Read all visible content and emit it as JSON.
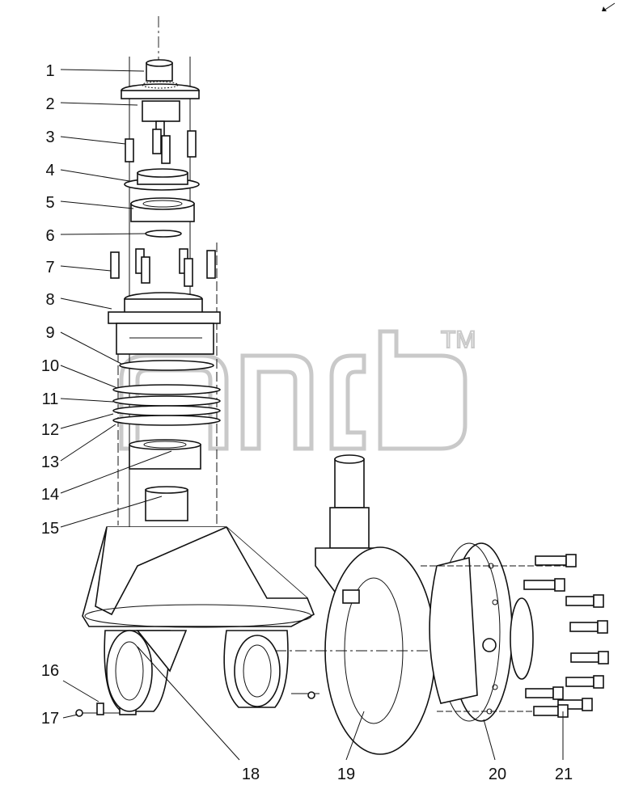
{
  "callouts": [
    {
      "id": "1",
      "label": "1"
    },
    {
      "id": "2",
      "label": "2"
    },
    {
      "id": "3",
      "label": "3"
    },
    {
      "id": "4",
      "label": "4"
    },
    {
      "id": "5",
      "label": "5"
    },
    {
      "id": "6",
      "label": "6"
    },
    {
      "id": "7",
      "label": "7"
    },
    {
      "id": "8",
      "label": "8"
    },
    {
      "id": "9",
      "label": "9"
    },
    {
      "id": "10",
      "label": "10"
    },
    {
      "id": "11",
      "label": "11"
    },
    {
      "id": "12",
      "label": "12"
    },
    {
      "id": "13",
      "label": "13"
    },
    {
      "id": "14",
      "label": "14"
    },
    {
      "id": "15",
      "label": "15"
    },
    {
      "id": "16",
      "label": "16"
    },
    {
      "id": "17",
      "label": "17"
    },
    {
      "id": "18",
      "label": "18"
    },
    {
      "id": "19",
      "label": "19"
    },
    {
      "id": "20",
      "label": "20"
    },
    {
      "id": "21",
      "label": "21"
    }
  ],
  "watermark": {
    "text": "TM"
  }
}
